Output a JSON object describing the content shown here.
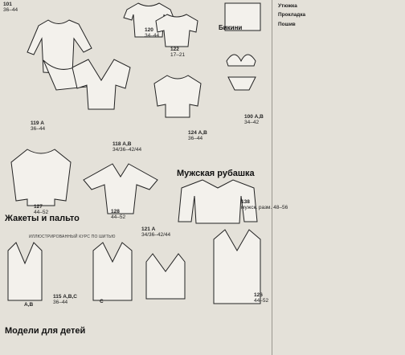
{
  "catalog": {
    "models": [
      {
        "id": "m101",
        "number": "101",
        "size": "36–44"
      },
      {
        "id": "m119",
        "number": "119 А",
        "size": "36–44"
      },
      {
        "id": "m120",
        "number": "120",
        "size": "34–44"
      },
      {
        "id": "m122",
        "number": "122",
        "size": "17–21"
      },
      {
        "id": "m124",
        "number": "124 А,В",
        "size": "36–44"
      },
      {
        "id": "m118",
        "number": "118 А,В",
        "size": "34/36–42/44"
      },
      {
        "id": "m100",
        "number": "100 А,В",
        "size": "34–42"
      },
      {
        "id": "m127",
        "number": "127",
        "size": "44–52"
      },
      {
        "id": "m128",
        "number": "128",
        "size": "44–52"
      },
      {
        "id": "m138",
        "number": "138",
        "size": "мужск. разм. 48–56"
      },
      {
        "id": "m121",
        "number": "121 А",
        "size": "34/36–42/44"
      },
      {
        "id": "m126",
        "number": "126",
        "size": "44–52"
      },
      {
        "id": "m115",
        "number": "115 А,В,С",
        "size": "36–44"
      }
    ],
    "labels": {
      "bikini": "Бикини",
      "shirt": "Мужская рубашка",
      "jackets": "Жакеты и пальто",
      "kids": "Модели для детей",
      "course_note": "ИЛЛЮСТРИРОВАННЫЙ КУРС ПО ШИТЬЮ",
      "variant_a": "А,В",
      "variant_c": "С"
    }
  },
  "column": {
    "intro": "",
    "transfer": "",
    "iron_title": "Утюжка",
    "iron_text": "",
    "interfacing_title": "Прокладка",
    "interfacing_text": "",
    "sewing_title": "Пошив",
    "sewing_text": ""
  },
  "colors": {
    "paper": "#e4e1d9",
    "ink": "#1a1a1a",
    "rule": "#9a978f"
  }
}
